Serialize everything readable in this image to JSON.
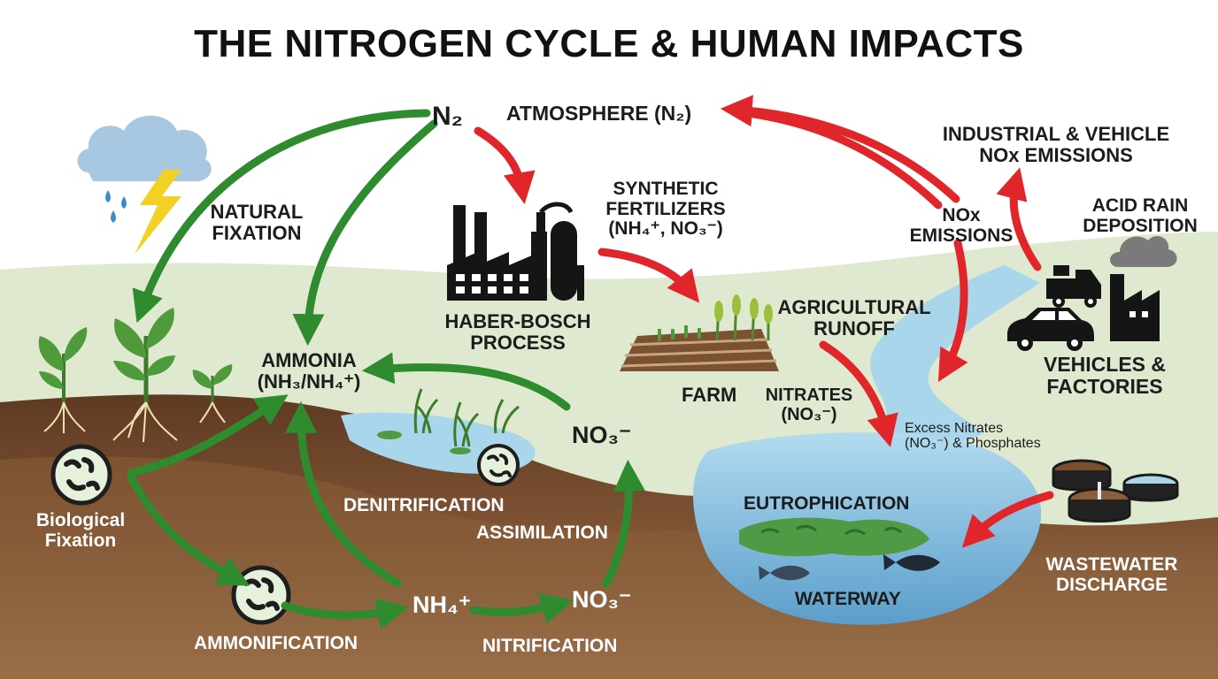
{
  "title": "THE NITROGEN CYCLE & HUMAN IMPACTS",
  "labels": {
    "n2": "N₂",
    "atmosphere": "ATMOSPHERE (N₂)",
    "industrial_line1": "INDUSTRIAL & VEHICLE",
    "industrial_line2": "NOx EMISSIONS",
    "natural_line1": "NATURAL",
    "natural_line2": "FIXATION",
    "synthetic_line1": "SYNTHETIC",
    "synthetic_line2": "FERTILIZERS",
    "synthetic_line3": "(NH₄⁺, NO₃⁻)",
    "nox_line1": "NOx",
    "nox_line2": "EMISSIONS",
    "acid_line1": "ACID RAIN",
    "acid_line2": "DEPOSITION",
    "haber_line1": "HABER-BOSCH",
    "haber_line2": "PROCESS",
    "agri_line1": "AGRICULTURAL",
    "agri_line2": "RUNOFF",
    "ammonia_line1": "AMMONIA",
    "ammonia_line2": "(NH₃/NH₄⁺)",
    "farm": "FARM",
    "nitrates_line1": "NITRATES",
    "nitrates_line2": "(NO₃⁻)",
    "vehicles_line1": "VEHICLES &",
    "vehicles_line2": "FACTORIES",
    "no3_upper": "NO₃⁻",
    "excess_line1": "Excess Nitrates",
    "excess_line2": "(NO₃⁻) & Phosphates",
    "bio_line1": "Biological",
    "bio_line2": "Fixation",
    "denitrification": "DENITRIFICATION",
    "eutrophication": "EUTROPHICATION",
    "assimilation": "ASSIMILATION",
    "wastewater_line1": "WASTEWATER",
    "wastewater_line2": "DISCHARGE",
    "waterway": "WATERWAY",
    "nh4": "NH₄⁺",
    "no3_lower": "NO₃⁻",
    "ammonification": "AMMONIFICATION",
    "nitrification": "NITRIFICATION"
  },
  "colors": {
    "natural_arrow": "#2e8b2e",
    "human_arrow": "#e0262a",
    "sky": "#ffffff",
    "grass": "#dfe9cf",
    "soil_top": "#6b4226",
    "soil_bottom": "#a27a50",
    "water": "#9fcfe6",
    "algae": "#4f9a45"
  },
  "icons": [
    "storm-cloud-icon",
    "factory-icon",
    "plant-icon",
    "bacteria-icon",
    "farm-crop-icon",
    "truck-icon",
    "car-icon",
    "smoke-factory-icon",
    "wastewater-tank-icon",
    "fish-icon"
  ]
}
